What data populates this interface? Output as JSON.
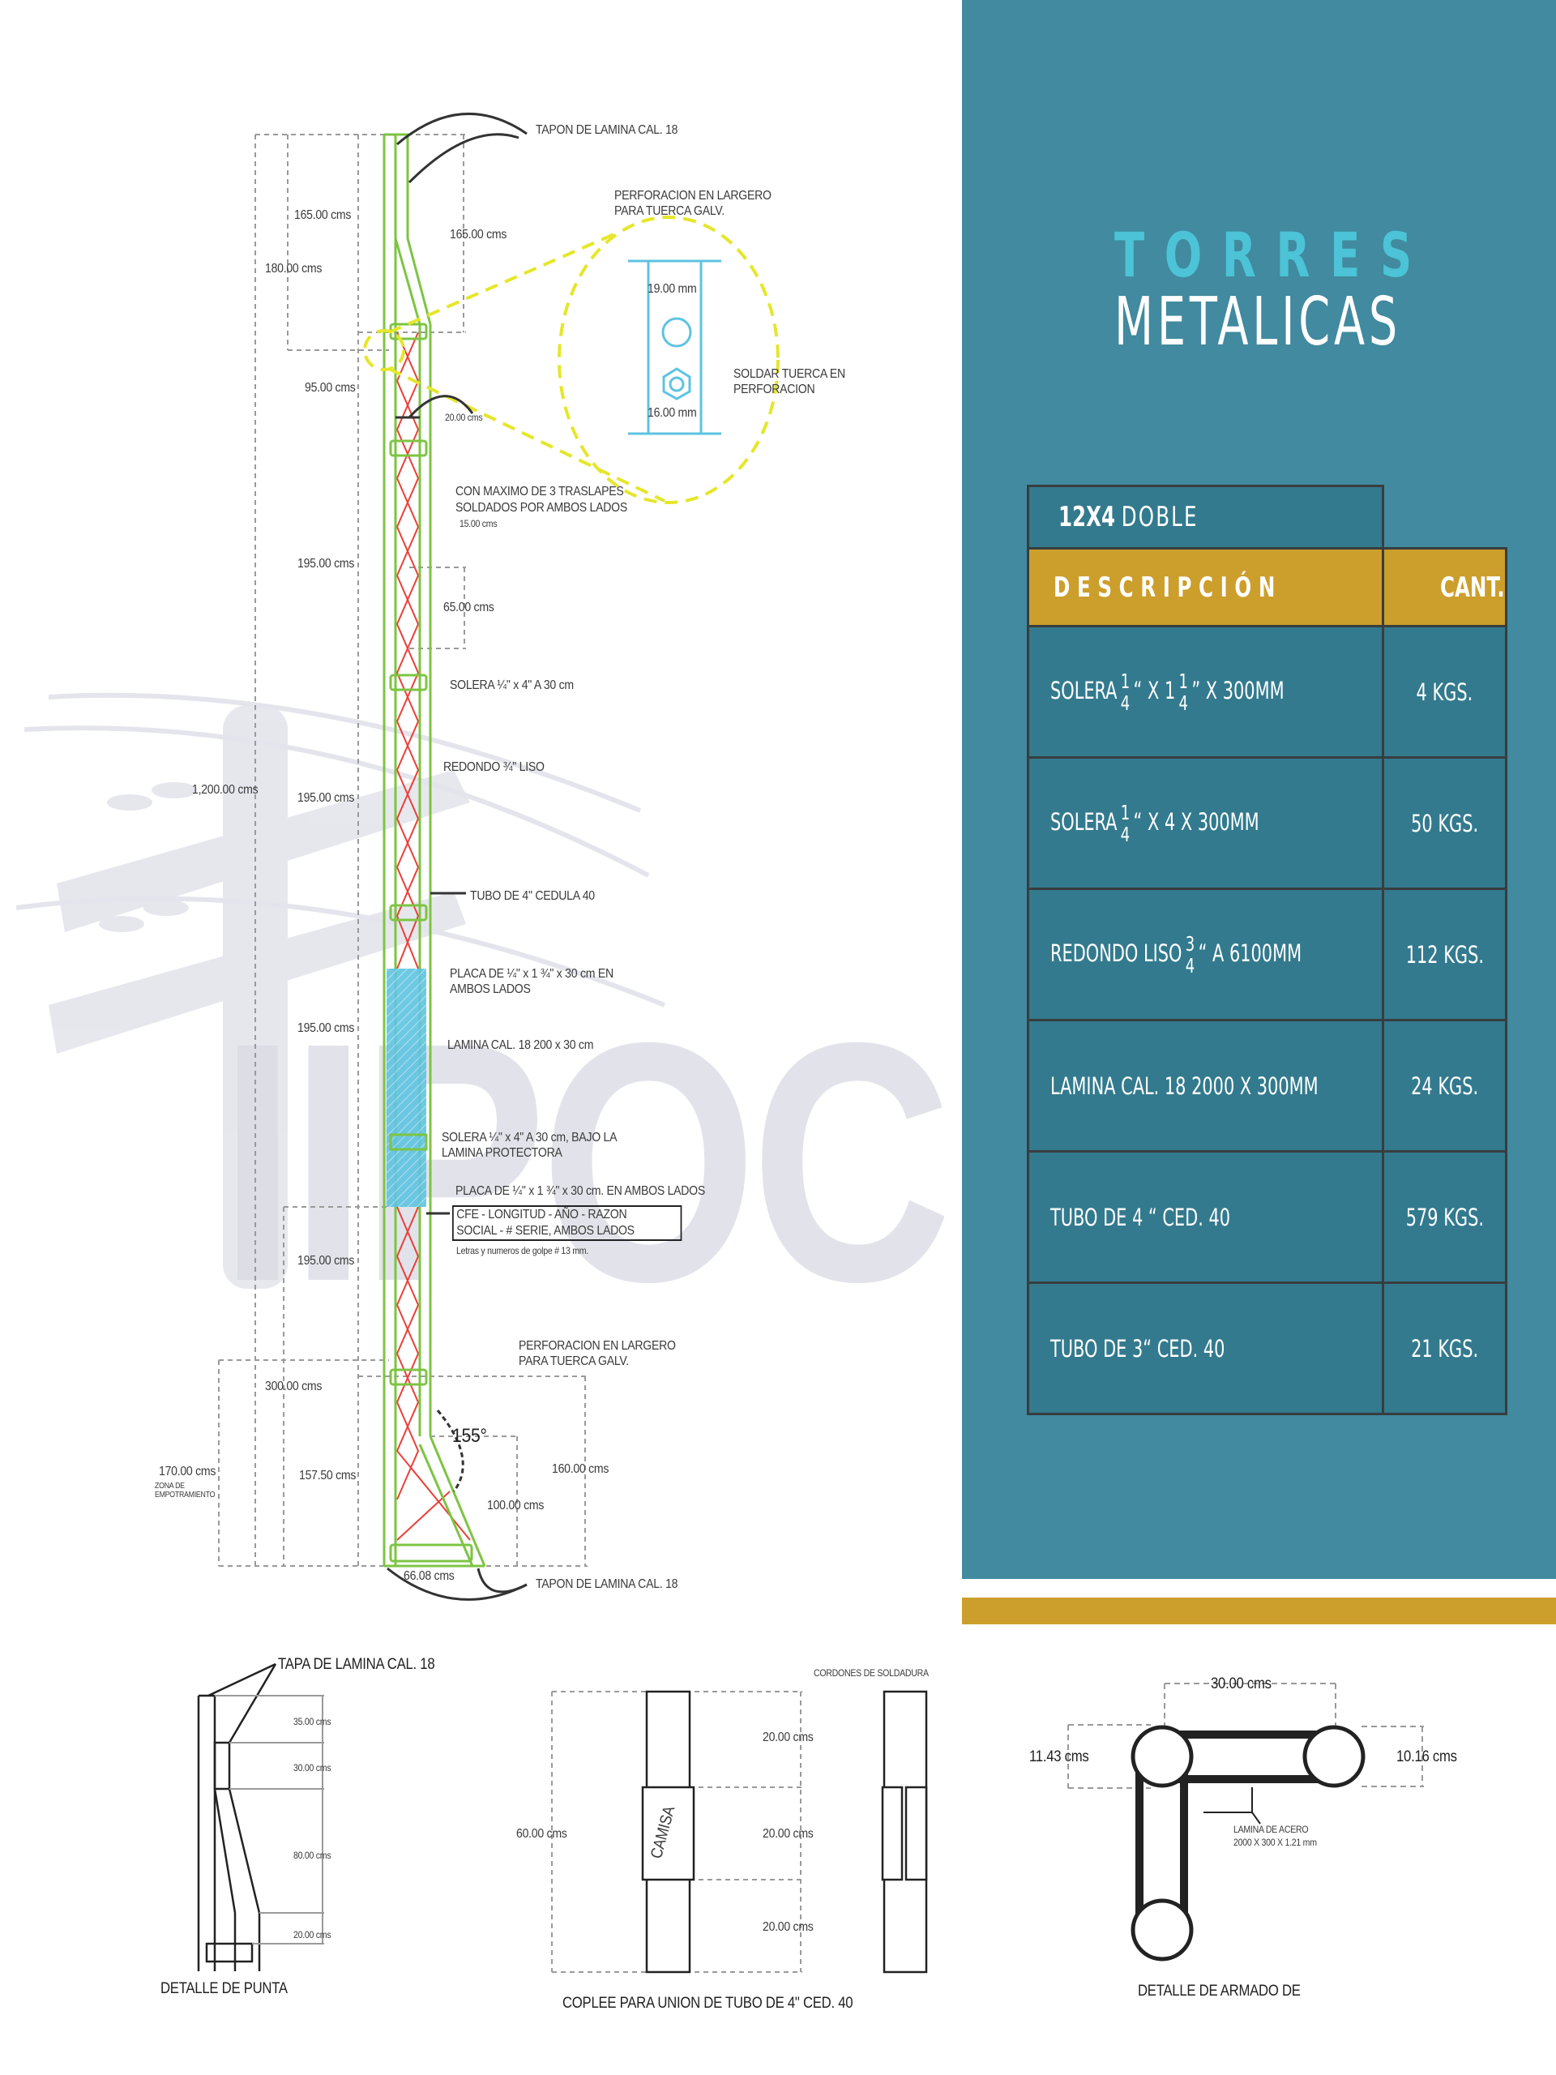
{
  "watermark": "IIPOCE",
  "title": {
    "line1": "TORRES",
    "line2": "METALICAS"
  },
  "colors": {
    "panel": "#418a9f",
    "table_row": "#337a8e",
    "gold": "#cc9e2c",
    "title_accent": "#4cc3d6",
    "tower_green": "#7dc443",
    "lattice_red": "#e8403a",
    "lamina_blue": "#5ec3e0",
    "highlight_yellow": "#e6e62a"
  },
  "table": {
    "model_bold": "12X4",
    "model_rest": "DOBLE",
    "col_desc": "DESCRIPCIÓN",
    "col_qty": "CANT.",
    "rows": [
      {
        "a": "SOLERA",
        "f1n": "1",
        "f1d": "4",
        "b": "“ X 1",
        "f2n": "1",
        "f2d": "4",
        "c": "”  X 300MM",
        "qty": "4 KGS."
      },
      {
        "a": "SOLERA",
        "f1n": "1",
        "f1d": "4",
        "b": "“ X 4 X 300MM",
        "qty": "50 KGS."
      },
      {
        "a": "REDONDO LISO",
        "f1n": "3",
        "f1d": "4",
        "b": "“ A 6100MM",
        "qty": "112 KGS."
      },
      {
        "a": "LAMINA CAL. 18 2000 X 300MM",
        "qty": "24 KGS."
      },
      {
        "a": "TUBO DE 4 “ CED. 40",
        "qty": "579 KGS."
      },
      {
        "a": "TUBO DE 3“ CED. 40",
        "qty": "21 KGS."
      }
    ]
  },
  "drawing": {
    "tapon_top": "TAPON DE LAMINA CAL. 18",
    "perforacion_top_1": "PERFORACION EN LARGERO",
    "perforacion_top_2": "PARA TUERCA GALV.",
    "dim_165a": "165.00 cms",
    "dim_165b": "165.00 cms",
    "dim_180": "180.00 cms",
    "dim_95": "95.00 cms",
    "dim_20": "20.00 cms",
    "dim_19mm": "19.00 mm",
    "dim_16mm": "16.00 mm",
    "soldar_1": "SOLDAR TUERCA EN",
    "soldar_2": "PERFORACION",
    "traslapes_1": "CON MAXIMO DE 3 TRASLAPES",
    "traslapes_2": "SOLDADOS POR AMBOS LADOS",
    "dim_15": "15.00 cms",
    "dim_195a": "195.00 cms",
    "dim_65": "65.00 cms",
    "solera_30": "SOLERA ¼\" x 4\"   A   30 cm",
    "redondo": "REDONDO ¾\" LISO",
    "dim_1200": "1,200.00 cms",
    "dim_195b": "195.00 cms",
    "tubo_cedula": "TUBO DE 4\" CEDULA 40",
    "placa_1": "PLACA DE ¼\" x 1 ¾\" x 30 cm EN",
    "placa_2": "AMBOS LADOS",
    "dim_195c": "195.00 cms",
    "lamina_cal": "LAMINA CAL. 18     200 x 30 cm",
    "solera_bajo_1": "SOLERA ¼\" x 4\"   A   30 cm, BAJO LA",
    "solera_bajo_2": "LAMINA PROTECTORA",
    "placa_ambos": "PLACA DE ¼\" x 1 ¾\" x 30 cm. EN AMBOS LADOS",
    "cfe_1": "CFE - LONGITUD - AÑO - RAZON",
    "cfe_2": "SOCIAL - # SERIE, AMBOS LADOS",
    "letras": "Letras y numeros de golpe # 13 mm.",
    "dim_195d": "195.00 cms",
    "perforacion_bot_1": "PERFORACION EN LARGERO",
    "perforacion_bot_2": "PARA TUERCA GALV.",
    "dim_300": "300.00 cms",
    "angle": "155°",
    "dim_170": "170.00 cms",
    "zona_1": "ZONA DE",
    "zona_2": "EMPOTRAMIENTO",
    "dim_157": "157.50 cms",
    "dim_160": "160.00 cms",
    "dim_100": "100.00 cms",
    "dim_66": "66.08 cms",
    "tapon_bottom": "TAPON DE LAMINA CAL. 18"
  },
  "details": {
    "punta": {
      "tapa": "TAPA DE LAMINA CAL. 18",
      "d1": "35.00 cms",
      "d2": "30.00 cms",
      "d3": "80.00 cms",
      "d4": "20.00 cms",
      "caption": "DETALLE DE PUNTA"
    },
    "coplee": {
      "cordones": "CORDONES DE SOLDADURA",
      "camisa": "CAMISA",
      "total": "60.00 cms",
      "d1": "20.00 cms",
      "d2": "20.00 cms",
      "d3": "20.00 cms",
      "caption": "COPLEE PARA UNION DE TUBO DE 4\" CED. 40"
    },
    "armado": {
      "width": "30.00 cms",
      "left": "11.43 cms",
      "right": "10.16 cms",
      "lamina_1": "LAMINA DE ACERO",
      "lamina_2": "2000 X 300 X 1.21 mm",
      "caption": "DETALLE DE ARMADO DE"
    }
  }
}
